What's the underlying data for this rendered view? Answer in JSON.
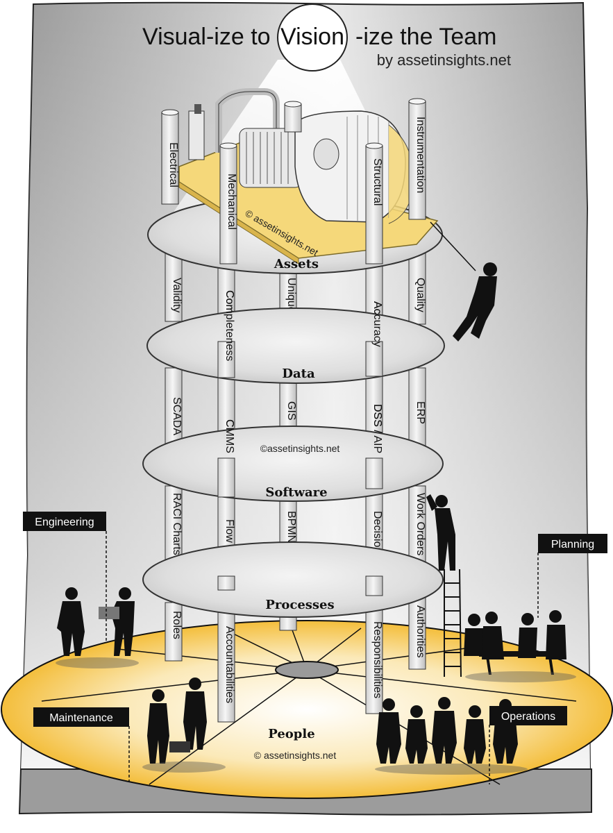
{
  "title": {
    "prefix": "Visual-ize to",
    "highlight": "Vision",
    "suffix": "-ize the Team",
    "byline": "by assetinsights.net"
  },
  "levels": {
    "assets": "Assets",
    "data": "Data",
    "software": "Software",
    "processes": "Processes",
    "people": "People"
  },
  "pillars": {
    "assets": [
      "Electrical",
      "Mechanical",
      "Structural",
      "Instrumentation"
    ],
    "data": [
      "Validity",
      "Completeness",
      "Unique",
      "Accuracy",
      "Quality"
    ],
    "software": [
      "SCADA",
      "CMMS",
      "GIS",
      "DSS / AIP",
      "ERP"
    ],
    "processes": [
      "RACI Charts",
      "Flow charts",
      "BPMN",
      "Decision Trees",
      "Work Orders"
    ],
    "people": [
      "Roles",
      "Accountabilities",
      "Responsibilities",
      "Authorities"
    ]
  },
  "roles": {
    "engineering": "Engineering",
    "planning": "Planning",
    "maintenance": "Maintenance",
    "operations": "Operations"
  },
  "watermarks": {
    "assets": "© assetinsights.net",
    "software": "©assetinsights.net",
    "people": "© assetinsights.net"
  }
}
